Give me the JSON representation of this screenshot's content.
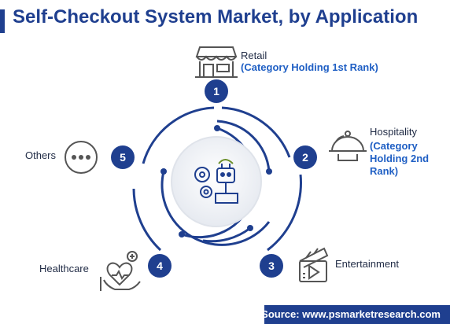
{
  "title": "Self-Checkout System Market, by Application",
  "segments": [
    {
      "number": "1",
      "label": "Retail",
      "rank_lines": [
        "(Category Holding 1st Rank)"
      ],
      "icon": "store-icon"
    },
    {
      "number": "2",
      "label": "Hospitality",
      "rank_lines": [
        "(Category",
        "Holding 2nd",
        "Rank)"
      ],
      "icon": "cloche-icon"
    },
    {
      "number": "3",
      "label": "Entertainment",
      "rank_lines": [],
      "icon": "clapperboard-icon"
    },
    {
      "number": "4",
      "label": "Healthcare",
      "rank_lines": [],
      "icon": "heart-hand-icon"
    },
    {
      "number": "5",
      "label": "Others",
      "rank_lines": [],
      "icon": "more-icon"
    }
  ],
  "center_icon": "robot-gears-icon",
  "source": "Source: www.psmarketresearch.com",
  "colors": {
    "primary": "#1f3f8f",
    "accent": "#1f5fc4",
    "text": "#1f2a44",
    "icon_gray": "#555555"
  }
}
